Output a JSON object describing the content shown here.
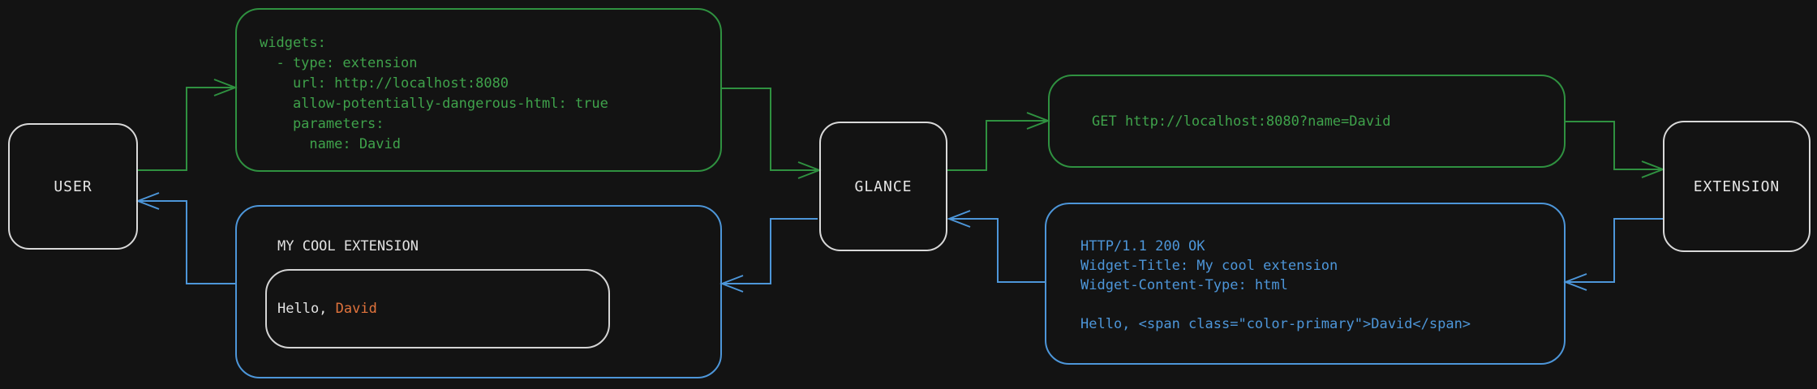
{
  "palette": {
    "background": "#131313",
    "request_green": "#2f9140",
    "request_text_green": "#3fa24b",
    "response_blue": "#4d96d9",
    "node_border_white": "#d9d9d9",
    "text_white": "#e6e6e6",
    "highlight_orange": "#e0733c"
  },
  "nodes": {
    "user": {
      "label": "USER"
    },
    "glance": {
      "label": "GLANCE"
    },
    "extension": {
      "label": "EXTENSION"
    }
  },
  "config_box": {
    "lines": [
      "widgets:",
      "  - type: extension",
      "    url: http://localhost:8080",
      "    allow-potentially-dangerous-html: true",
      "    parameters:",
      "      name: David"
    ]
  },
  "request_box": {
    "text": "GET http://localhost:8080?name=David"
  },
  "response_box": {
    "lines": [
      "HTTP/1.1 200 OK",
      "Widget-Title: My cool extension",
      "Widget-Content-Type: html",
      "",
      "Hello, <span class=\"color-primary\">David</span>"
    ]
  },
  "widget_box": {
    "title": "MY COOL EXTENSION",
    "greeting_prefix": "Hello, ",
    "greeting_name": "David"
  },
  "edges": [
    {
      "from": "user",
      "to": "config_box",
      "color": "green"
    },
    {
      "from": "config_box",
      "to": "glance",
      "color": "green"
    },
    {
      "from": "glance",
      "to": "request_box",
      "color": "green"
    },
    {
      "from": "request_box",
      "to": "extension",
      "color": "green"
    },
    {
      "from": "extension",
      "to": "response_box",
      "color": "blue"
    },
    {
      "from": "response_box",
      "to": "glance",
      "color": "blue"
    },
    {
      "from": "glance",
      "to": "widget_box",
      "color": "blue"
    },
    {
      "from": "widget_box",
      "to": "user",
      "color": "blue"
    }
  ]
}
